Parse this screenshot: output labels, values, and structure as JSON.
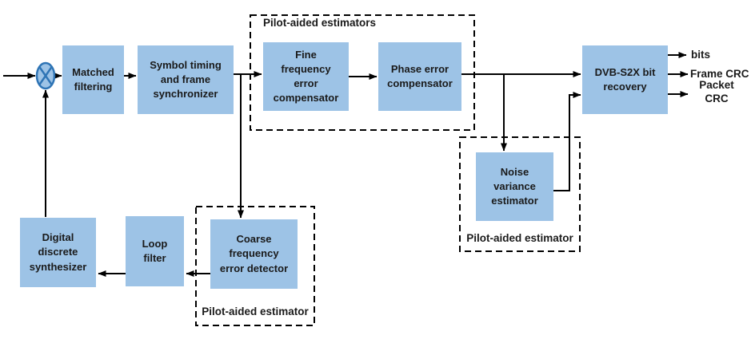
{
  "blocks": {
    "matched_filtering": "Matched\nfiltering",
    "symbol_timing": "Symbol timing\nand frame\nsynchronizer",
    "fine_freq_compensator": "Fine\nfrequency\nerror\ncompensator",
    "phase_error_compensator": "Phase error\ncompensator",
    "dvb_bit_recovery": "DVB-S2X bit\nrecovery",
    "noise_variance_estimator": "Noise\nvariance\nestimator",
    "coarse_freq_detector": "Coarse\nfrequency\nerror detector",
    "loop_filter": "Loop\nfilter",
    "digital_discrete_synthesizer": "Digital\ndiscrete\nsynthesizer"
  },
  "groups": {
    "pilot_aided_estimators": "Pilot-aided estimators",
    "pilot_aided_estimator_noise": "Pilot-aided estimator",
    "pilot_aided_estimator_coarse": "Pilot-aided estimator"
  },
  "outputs": {
    "bits": "bits",
    "frame_crc": "Frame CRC",
    "packet_crc": "Packet\nCRC"
  },
  "icons": {
    "mixer": "multiplier-mixer-icon"
  },
  "colors": {
    "block_fill": "#9DC3E6",
    "mixer_stroke": "#2E74B5",
    "line": "#000000",
    "text": "#1a1a1a"
  }
}
